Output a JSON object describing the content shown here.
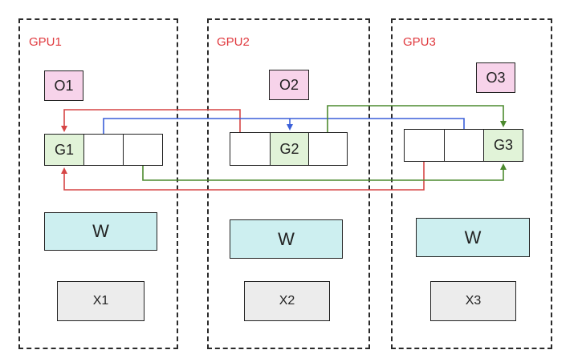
{
  "gpus": [
    {
      "label": "GPU1",
      "o": "O1",
      "g": [
        "G1",
        "",
        ""
      ],
      "w": "W",
      "x": "X1"
    },
    {
      "label": "GPU2",
      "o": "O2",
      "g": [
        "",
        "G2",
        ""
      ],
      "w": "W",
      "x": "X2"
    },
    {
      "label": "GPU3",
      "o": "O3",
      "g": [
        "",
        "",
        "G3"
      ],
      "w": "W",
      "x": "X3"
    }
  ],
  "colors": {
    "gpu_label": "#e0393e",
    "red_arrow": "#d64545",
    "blue_arrow": "#3a5fd9",
    "green_arrow": "#4c8a2e",
    "o_fill": "#f7d3ea",
    "g_fill": "#e1f3d8",
    "w_fill": "#cdeff0",
    "x_fill": "#ececec"
  }
}
